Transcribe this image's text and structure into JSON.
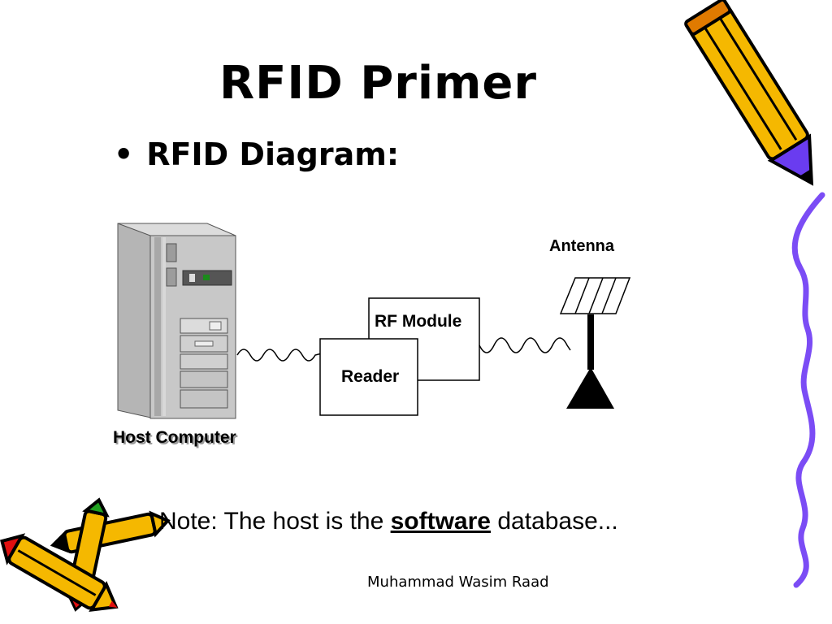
{
  "slide": {
    "title": "RFID Primer",
    "bullet_char": "•",
    "bullet_text": "RFID Diagram:"
  },
  "diagram": {
    "antenna_label": "Antenna",
    "rf_module_label": "RF Module",
    "reader_label": "Reader",
    "host_label": "Host Computer"
  },
  "note": {
    "prefix": "Note: The host is the ",
    "emphasis": "software",
    "suffix": " database..."
  },
  "footer": {
    "author": "Muhammad Wasim Raad"
  },
  "colors": {
    "pencil_body": "#f5b800",
    "pencil_outline": "#000000",
    "eraser_tip": "#6a3cf0",
    "red_tip": "#e01010",
    "green_tip": "#20a020",
    "wavy_border": "#7b4cf5"
  },
  "icons": [
    "pencil-icon",
    "computer-tower-icon",
    "antenna-icon"
  ]
}
